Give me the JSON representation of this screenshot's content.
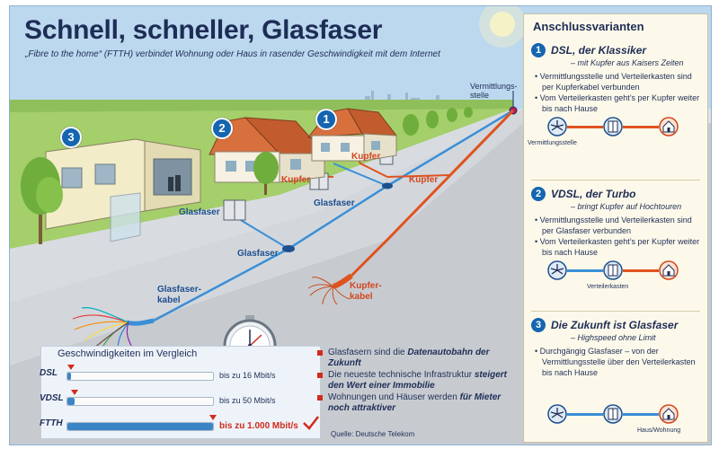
{
  "title": "Schnell, schneller, Glasfaser",
  "subtitle": "„Fibre to the home“ (FTTH) verbindet Wohnung oder Haus in rasender Geschwindigkeit mit dem Internet",
  "colors": {
    "fiber": "#3b8fd6",
    "copper": "#e0531f",
    "accent_red": "#d12b1d",
    "navy": "#1e2d56",
    "badge_blue": "#1565b0"
  },
  "scene": {
    "vermittlungsstelle": "Vermittlungs-\nstelle",
    "house_numbers": [
      "1",
      "2",
      "3"
    ],
    "labels": {
      "kupfer_house1": "Kupfer",
      "kupfer_house2": "Kupfer",
      "kupfer_street": "Kupfer",
      "glasfaser_box": "Glasfaser",
      "glasfaser_street": "Glasfaser",
      "glasfaser_ground": "Glasfaser",
      "glasfaser_kabel": "Glasfaser-\nkabel",
      "kupfer_kabel": "Kupfer-\nkabel"
    }
  },
  "panel": {
    "title": "Anschlussvarianten",
    "variants": [
      {
        "number": "1",
        "title": "DSL, der Klassiker",
        "subtitle": "– mit Kupfer aus Kaisers Zeiten",
        "bullets": [
          "• Vermittlungsstelle und Verteilerkasten sind per Kupferkabel verbunden",
          "• Vom Verteilerkasten geht’s per Kupfer weiter bis nach Hause"
        ],
        "diagram_label": "Vermittlungsstelle",
        "icons": [
          "exchange-icon",
          "cabinet-icon",
          "house-icon"
        ],
        "links": [
          "copper",
          "copper"
        ]
      },
      {
        "number": "2",
        "title": "VDSL, der Turbo",
        "subtitle": "– bringt Kupfer auf Hochtouren",
        "bullets": [
          "• Vermittlungsstelle und Verteilerkasten sind per Glasfaser verbunden",
          "• Vom Verteilerkasten geht’s per Kupfer weiter bis nach Hause"
        ],
        "diagram_label": "Verteilerkasten",
        "icons": [
          "exchange-icon",
          "cabinet-icon",
          "house-icon"
        ],
        "links": [
          "fiber",
          "copper"
        ]
      },
      {
        "number": "3",
        "title": "Die Zukunft ist Glasfaser",
        "subtitle": "– Highspeed ohne Limit",
        "bullets": [
          "• Durchgängig Glasfaser – von der Vermittlungsstelle über den Verteilerkasten bis nach Hause"
        ],
        "diagram_label": "Haus/Wohnung",
        "icons": [
          "exchange-icon",
          "cabinet-icon",
          "house-icon"
        ],
        "links": [
          "fiber",
          "fiber"
        ]
      }
    ]
  },
  "speeds": {
    "title": "Geschwindigkeiten im Vergleich",
    "max_mbit": 1000,
    "rows": [
      {
        "tech": "DSL",
        "value_label": "bis zu 16 Mbit/s",
        "mbit": 16
      },
      {
        "tech": "VDSL",
        "value_label": "bis zu 50 Mbit/s",
        "mbit": 50
      },
      {
        "tech": "FTTH",
        "value_label": "bis zu 1.000 Mbit/s",
        "mbit": 1000
      }
    ]
  },
  "notes": [
    {
      "text": "Glasfasern sind die ",
      "em": "Datenautobahn der Zukunft",
      "tail": ""
    },
    {
      "text": "Die neueste technische Infrastruktur ",
      "em": "steigert den Wert einer Immobilie",
      "tail": ""
    },
    {
      "text": "Wohnungen und Häuser werden ",
      "em": "für Mieter noch attraktiver",
      "tail": ""
    }
  ],
  "source": "Quelle: Deutsche Telekom"
}
